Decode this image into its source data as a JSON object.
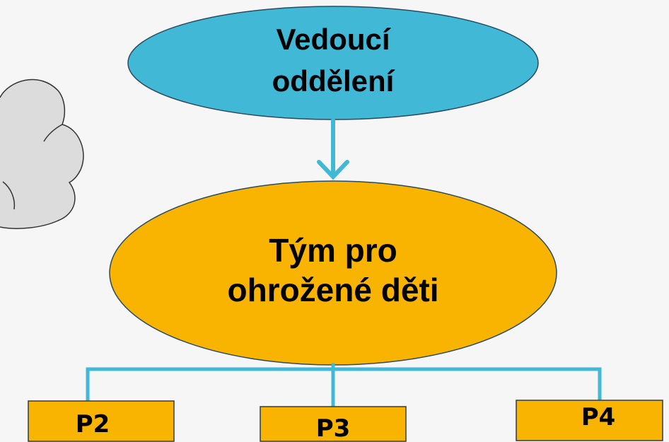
{
  "diagram": {
    "background": "#f6f6f6",
    "connector_color": "#41b8d5",
    "cloud_fill": "#dcdcdc",
    "top_node": {
      "lines": [
        "Vedoucí",
        "oddělení"
      ],
      "fill": "#41b8d5"
    },
    "middle_node": {
      "lines": [
        "Tým pro",
        "ohrožené děti"
      ],
      "fill": "#f8b400"
    },
    "child_nodes": [
      {
        "label": "P2",
        "fill": "#f8b400"
      },
      {
        "label": "P3",
        "fill": "#f8b400"
      },
      {
        "label": "P4",
        "fill": "#f8b400"
      }
    ]
  }
}
